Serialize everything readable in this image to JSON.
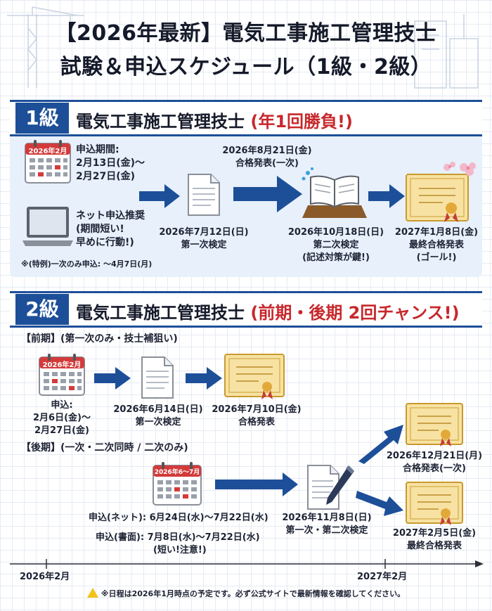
{
  "title": {
    "line1": "【2026年最新】電気工事施工管理技士",
    "line2": "試験＆申込スケジュール（1級・2級）"
  },
  "grade1": {
    "badge": "1級",
    "title": "電気工事施工管理技士",
    "subtitle": "(年1回勝負!)",
    "calendar_label": "2026年2月",
    "apply_period_label": "申込期間:",
    "apply_period_line1": "2月13日(金)〜",
    "apply_period_line2": "2月27日(金)",
    "net_line1": "ネット申込推奨",
    "net_line2": "(期間短い!",
    "net_line3": "早めに行動!)",
    "special_note": "※(特例)一次のみ申込: 〜4月7日(月)",
    "first_date": "2026年7月12日(日)",
    "first_label": "第一次検定",
    "pass1_date": "2026年8月21日(金)",
    "pass1_label": "合格発表(一次)",
    "second_date": "2026年10月18日(日)",
    "second_label": "第二次検定",
    "second_note": "(記述対策が鍵!)",
    "final_date": "2027年1月8日(金)",
    "final_label": "最終合格発表",
    "final_note": "(ゴール!)"
  },
  "grade2": {
    "badge": "2級",
    "title": "電気工事施工管理技士",
    "subtitle": "(前期・後期 2回チャンス!)",
    "early": {
      "heading": "【前期】(第一次のみ・技士補狙い)",
      "calendar_label": "2026年2月",
      "apply_label": "申込:",
      "apply_line1": "2月6日(金)〜",
      "apply_line2": "2月27日(金)",
      "exam_date": "2026年6月14日(日)",
      "exam_label": "第一次検定",
      "pass_date": "2026年7月10日(金)",
      "pass_label": "合格発表"
    },
    "late": {
      "heading": "【後期】(一次・二次同時 / 二次のみ)",
      "calendar_label": "2026年6〜7月",
      "apply_net": "申込(ネット): 6月24日(水)〜7月22日(水)",
      "apply_paper": "申込(書面): 7月8日(水)〜7月22日(水)",
      "apply_paper_note": "(短い!注意!)",
      "exam_date": "2026年11月8日(日)",
      "exam_label": "第一次・第二次検定",
      "pass1_date": "2026年12月21日(月)",
      "pass1_label": "合格発表(一次)",
      "final_date": "2027年2月5日(金)",
      "final_label": "最終合格発表"
    }
  },
  "timeline": {
    "start": "2026年2月",
    "end": "2027年2月"
  },
  "footer": {
    "note": "※日程は2026年1月時点の予定です。必ず公式サイトで最新情報を確認してください。"
  },
  "colors": {
    "primary": "#1d4f99",
    "accent_red": "#c7282c",
    "panel_bg": "#e7f0fb",
    "certificate_gold": "#e7c15a"
  }
}
